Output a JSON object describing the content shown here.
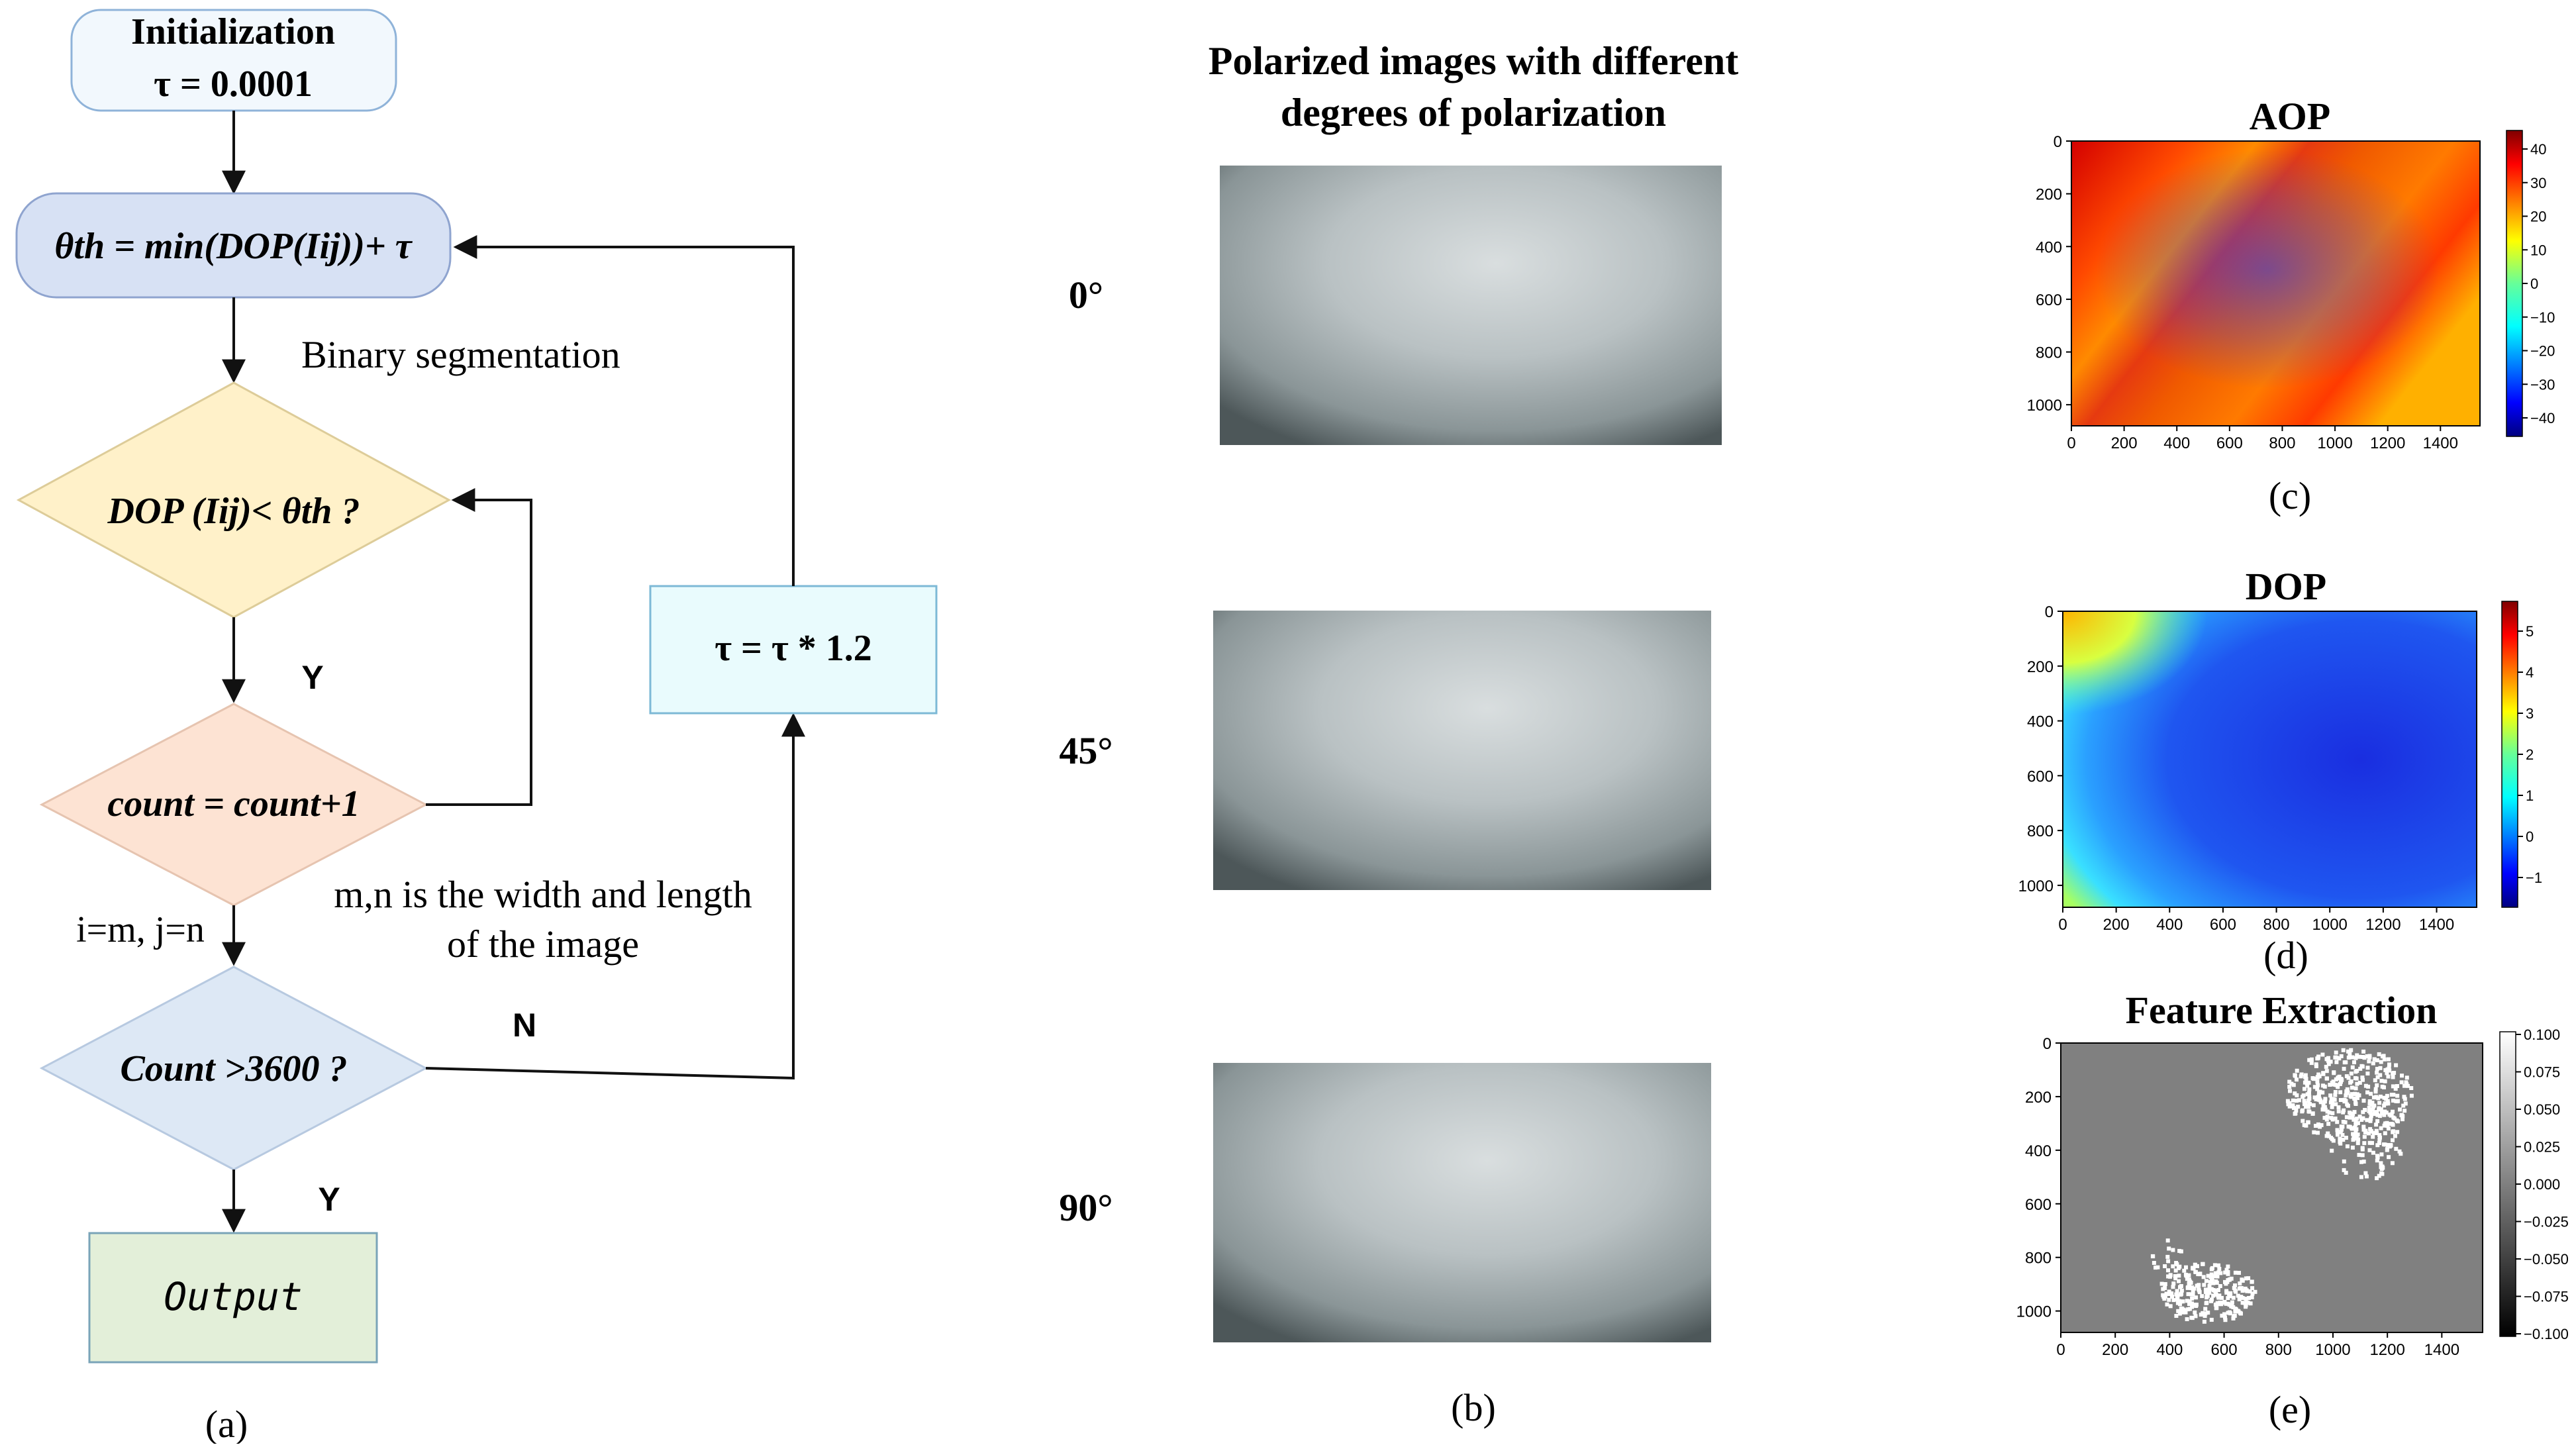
{
  "flowchart": {
    "init_title": "Initialization",
    "init_value": "τ  = 0.0001",
    "threshold_formula": "θth = min(DOP(Iij))+ τ",
    "binary_label": "Binary segmentation",
    "decision1": "DOP (Iij)< θth ?",
    "yes1": "Y",
    "count_step": "count = count+1",
    "loop_index": "i=m, j=n",
    "mn_note_line1": "m,n is the width and length",
    "mn_note_line2": "of the image",
    "decision2": "Count >3600 ?",
    "no_label": "N",
    "yes2": "Y",
    "output": "Output",
    "tau_update": "τ  =  τ * 1.2",
    "panel_label": "(a)"
  },
  "images_panel": {
    "title_line1": "Polarized images with different",
    "title_line2": "degrees of polarization",
    "angles": [
      "0°",
      "45°",
      "90°"
    ],
    "panel_label": "(b)"
  },
  "plots": {
    "aop": {
      "title": "AOP",
      "y_ticks": [
        "0",
        "200",
        "400",
        "600",
        "800",
        "1000"
      ],
      "x_ticks": [
        "0",
        "200",
        "400",
        "600",
        "800",
        "1000",
        "1200",
        "1400"
      ],
      "cbar_ticks": [
        "40",
        "30",
        "20",
        "10",
        "0",
        "−10",
        "−20",
        "−30",
        "−40"
      ],
      "panel_label": "(c)"
    },
    "dop": {
      "title": "DOP",
      "y_ticks": [
        "0",
        "200",
        "400",
        "600",
        "800",
        "1000"
      ],
      "x_ticks": [
        "0",
        "200",
        "400",
        "600",
        "800",
        "1000",
        "1200",
        "1400"
      ],
      "cbar_ticks": [
        "5",
        "4",
        "3",
        "2",
        "1",
        "0",
        "−1"
      ],
      "panel_label": "(d)"
    },
    "feature": {
      "title": "Feature Extraction",
      "y_ticks": [
        "0",
        "200",
        "400",
        "600",
        "800",
        "1000"
      ],
      "x_ticks": [
        "0",
        "200",
        "400",
        "600",
        "800",
        "1000",
        "1200",
        "1400"
      ],
      "cbar_ticks": [
        "0.100",
        "0.075",
        "0.050",
        "0.025",
        "0.000",
        "−0.025",
        "−0.050",
        "−0.075",
        "−0.100"
      ],
      "panel_label": "(e)"
    }
  },
  "colors": {
    "init_fill": "#f2f8fd",
    "init_stroke": "#8fb3d9",
    "threshold_fill": "#d7e1f4",
    "decision1_fill": "#fff1c9",
    "count_fill": "#fde3d3",
    "decision2_fill": "#dde8f5",
    "output_fill": "#e3efd9",
    "tau_fill": "#e9fbfd",
    "feature_bg": "#808080"
  }
}
